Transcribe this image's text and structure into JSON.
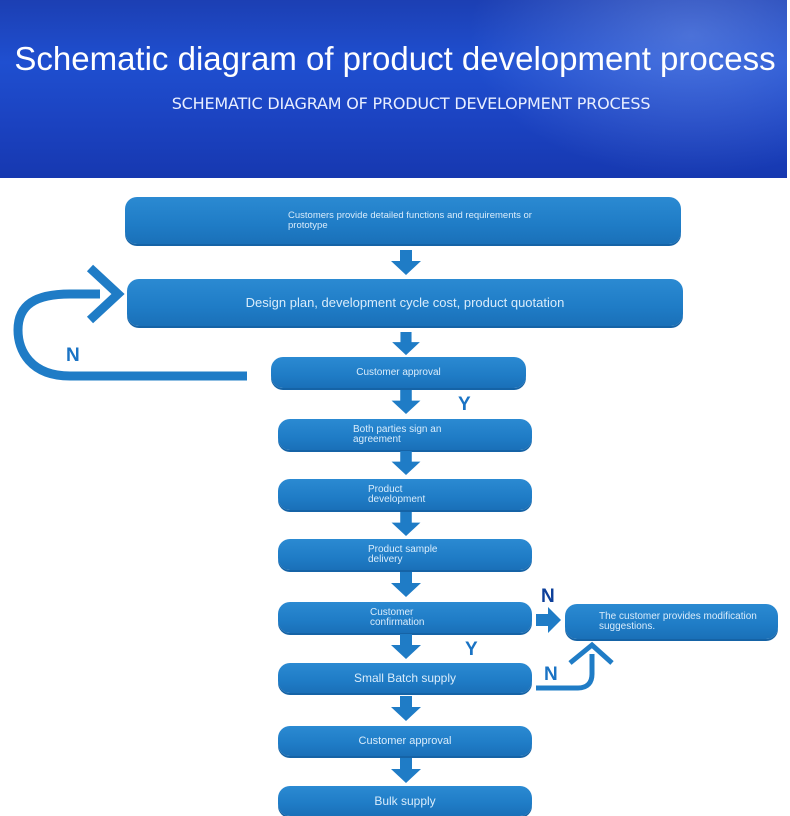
{
  "header": {
    "title": "Schematic diagram of product development process",
    "subtitle": "SCHEMATIC DIAGRAM OF PRODUCT DEVELOPMENT PROCESS"
  },
  "steps": {
    "s1": "Customers provide detailed functions and requirements or prototype",
    "s2": "Design plan, development cycle cost, product quotation",
    "s3": "Customer approval",
    "s4": "Both parties sign an agreement",
    "s5": "Product development",
    "s6": "Product sample delivery",
    "s7": "Customer confirmation",
    "s8": "Small Batch supply",
    "s9": "Customer approval",
    "s10": "Bulk supply",
    "side": "The customer provides modification suggestions."
  },
  "labels": {
    "n1": "N",
    "y1": "Y",
    "n2": "N",
    "y2": "Y",
    "n3": "N"
  },
  "colors": {
    "header": "#1f4fd0",
    "box": "#1f7cc6",
    "arrow": "#1f7cc6",
    "label_dark": "#0d3f9a"
  }
}
